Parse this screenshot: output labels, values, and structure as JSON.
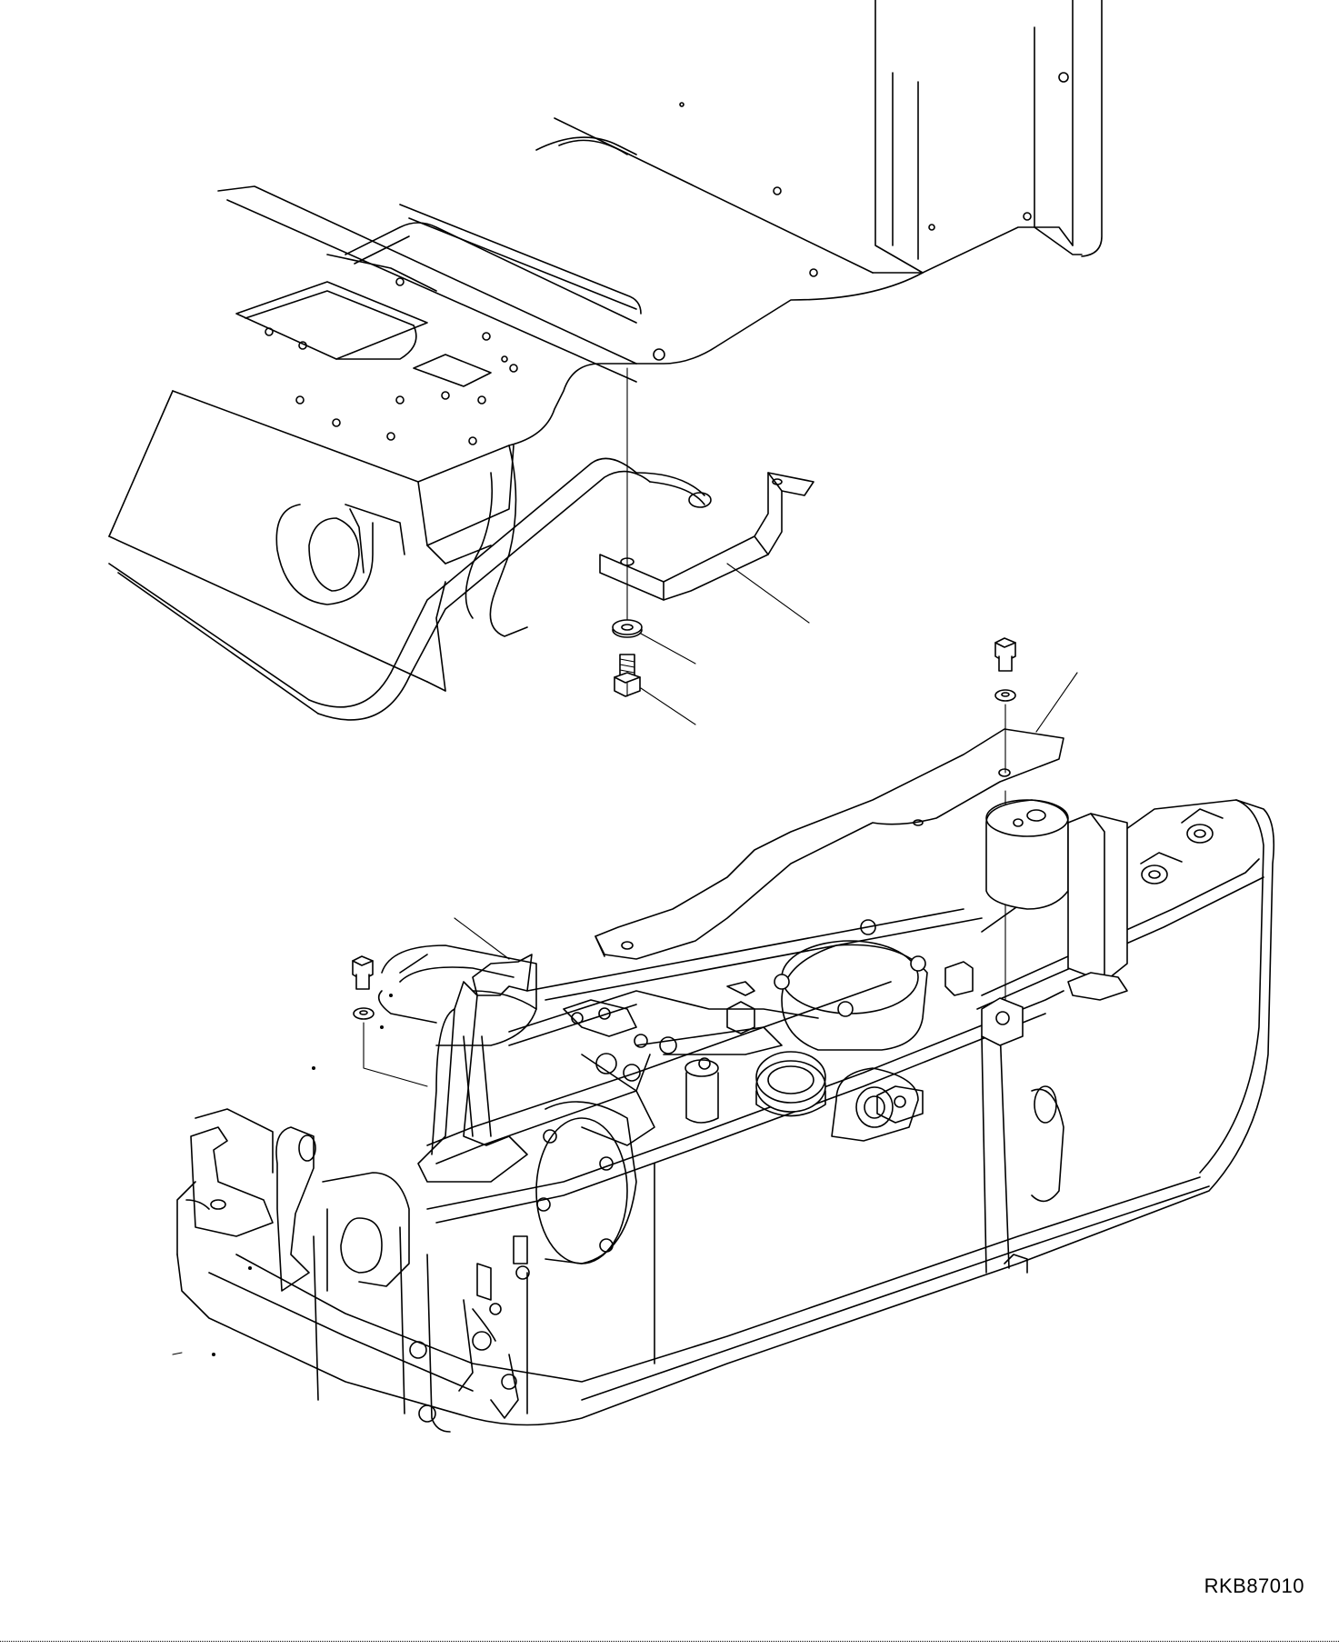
{
  "drawing": {
    "code": "RKB87010"
  },
  "parts": [
    {
      "name": "upper-frame-floor-plate"
    },
    {
      "name": "bent-bracket"
    },
    {
      "name": "washer"
    },
    {
      "name": "bolt"
    },
    {
      "name": "long-cover-plate"
    },
    {
      "name": "upright-bracket"
    },
    {
      "name": "counterweight-rear-frame"
    }
  ],
  "colors": {
    "line": "#000000",
    "background": "#ffffff"
  }
}
